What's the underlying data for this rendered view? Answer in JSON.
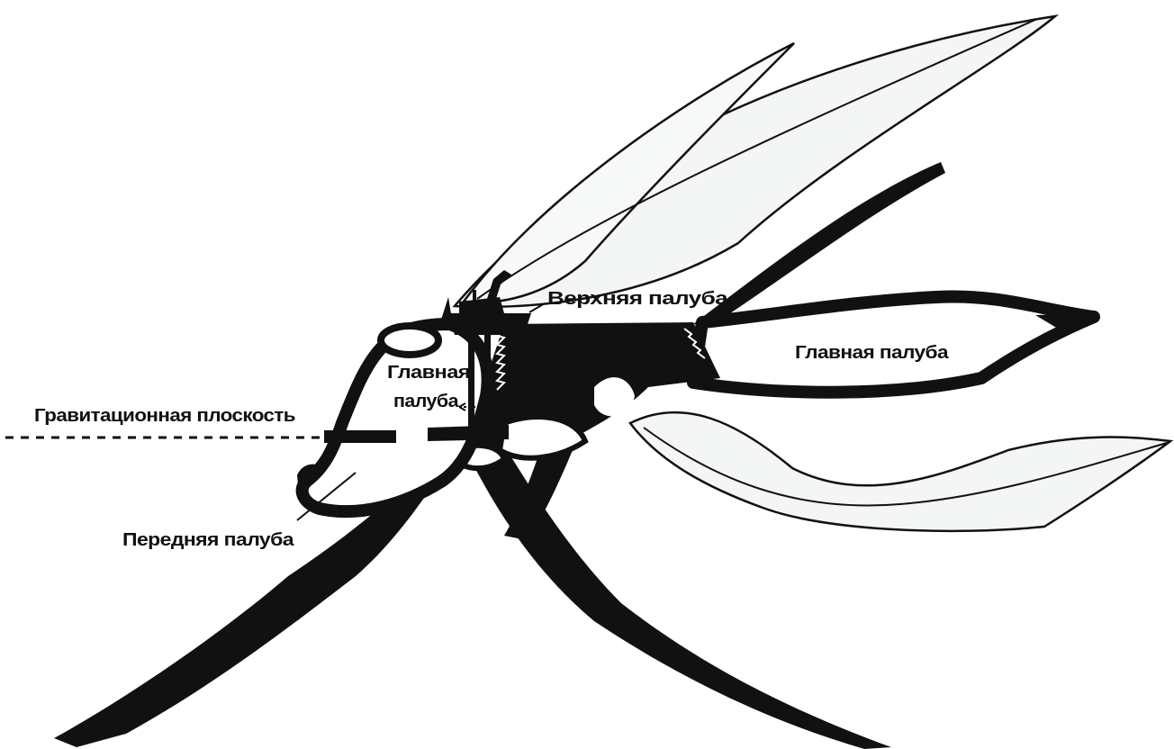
{
  "labels": {
    "upper_deck": "Верхняя палуба",
    "main_deck_right": "Главная палуба",
    "main_deck_inner_line1": "Главная",
    "main_deck_inner_line2": "палуба",
    "gravity_plane": "Гравитационная плоскость",
    "front_deck": "Передняя палуба"
  },
  "colors": {
    "ink": "#111111",
    "wing_fill": "#f4f6f6",
    "hull_fill": "#ffffff"
  }
}
